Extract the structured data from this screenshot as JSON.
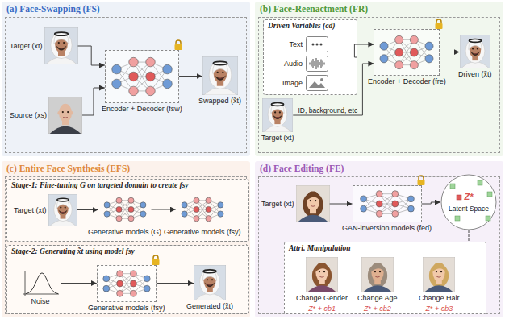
{
  "diagram": {
    "nodes": [
      {
        "text": [
          "(a) Face-Swapping (FS)"
        ]
      },
      {
        "text": [
          "Target (xt)"
        ],
        "in": 0
      },
      {
        "text": [
          "Source (xs)"
        ],
        "in": 0
      },
      {
        "text": [
          "Encoder + Decoder (fsw)"
        ],
        "in": 0
      },
      {
        "text": [
          "Swapped (x̃t)"
        ],
        "in": 0
      },
      {
        "text": [
          "(b) Face-Reenactment (FR)"
        ]
      },
      {
        "text": [
          "Driven Variables (cd)"
        ],
        "in": 5
      },
      {
        "text": [
          "Text"
        ],
        "in": 6
      },
      {
        "text": [
          "Audio"
        ],
        "in": 6
      },
      {
        "text": [
          "Image"
        ],
        "in": 6
      },
      {
        "text": [
          "Encoder + Decoder (fre)"
        ],
        "in": 5
      },
      {
        "text": [
          "Driven (x̃t)"
        ],
        "in": 5
      },
      {
        "text": [
          "Target (xt)"
        ],
        "in": 5
      },
      {
        "text": [
          "(c) Entire Face Synthesis (EFS)"
        ]
      },
      {
        "text": [
          "Stage-1: Fine-tuning G on targeted domain to create fsy"
        ],
        "in": 13
      },
      {
        "text": [
          "Target (xt)"
        ],
        "in": 14
      },
      {
        "text": [
          "Generative models (G)"
        ],
        "in": 14
      },
      {
        "text": [
          "Generative models (fsy)"
        ],
        "in": 14
      },
      {
        "text": [
          "Stage-2: Generating x̃t using model fsy"
        ],
        "in": 13
      },
      {
        "text": [
          "Noise"
        ],
        "in": 18
      },
      {
        "text": [
          "Generative models (fsy)"
        ],
        "in": 18
      },
      {
        "text": [
          "Generated (x̃t)"
        ],
        "in": 18
      },
      {
        "text": [
          "(d) Face Editing (FE)"
        ]
      },
      {
        "text": [
          "Target (xt)"
        ],
        "in": 22
      },
      {
        "text": [
          "GAN-inversion models (fed)"
        ],
        "in": 22
      },
      {
        "text": [
          "Z*",
          "Latent Space"
        ],
        "in": 22
      },
      {
        "text": [
          "Attri. Manipulation"
        ],
        "in": 22
      },
      {
        "text": [
          "Change Gender",
          "Z* + cb1"
        ],
        "in": 26
      },
      {
        "text": [
          "Change Age",
          "Z* + cb2"
        ],
        "in": 26
      },
      {
        "text": [
          "Change Hair",
          "Z* + cb3"
        ],
        "in": 26
      }
    ],
    "edges": [
      {
        "from": 1,
        "to": 3,
        "arrow": "to"
      },
      {
        "from": 2,
        "to": 3,
        "arrow": "to"
      },
      {
        "from": 3,
        "to": 4,
        "arrow": "to"
      },
      {
        "from": 6,
        "to": 10,
        "arrow": "to"
      },
      {
        "from": 12,
        "to": 10,
        "label": "ID, background, etc",
        "arrow": "to"
      },
      {
        "from": 10,
        "to": 11,
        "arrow": "to"
      },
      {
        "from": 15,
        "to": 16,
        "arrow": "to"
      },
      {
        "from": 16,
        "to": 17,
        "arrow": "to"
      },
      {
        "from": 19,
        "to": 20,
        "arrow": "to"
      },
      {
        "from": 20,
        "to": 21,
        "arrow": "to"
      },
      {
        "from": 23,
        "to": 24,
        "arrow": "to"
      },
      {
        "from": 24,
        "to": 25,
        "arrow": "to"
      },
      {
        "from": 25,
        "to": 26,
        "arrow": "none"
      }
    ]
  }
}
